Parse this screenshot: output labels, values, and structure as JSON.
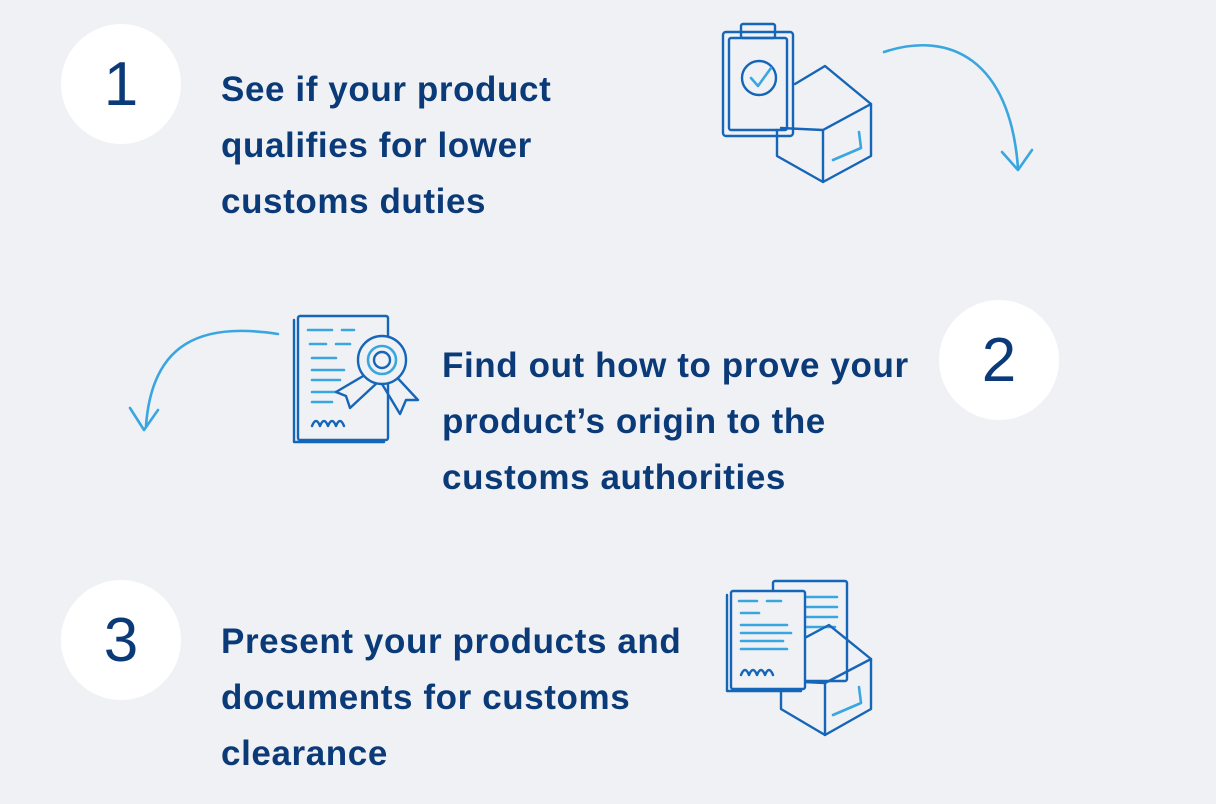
{
  "steps": [
    {
      "number": "1",
      "lines": [
        "See if your product",
        "qualifies for lower",
        "customs duties"
      ],
      "icon": "clipboard-box-icon"
    },
    {
      "number": "2",
      "lines": [
        "Find out how to prove your",
        "product’s origin to the",
        "customs authorities"
      ],
      "icon": "certificate-icon"
    },
    {
      "number": "3",
      "lines": [
        "Present your products and",
        "documents for customs",
        "clearance"
      ],
      "icon": "documents-box-icon"
    }
  ],
  "colors": {
    "background": "#f0f1f4",
    "text": "#0b3a78",
    "circle": "#ffffff",
    "icon_dark": "#1565b8",
    "icon_light": "#3aa6e0"
  }
}
